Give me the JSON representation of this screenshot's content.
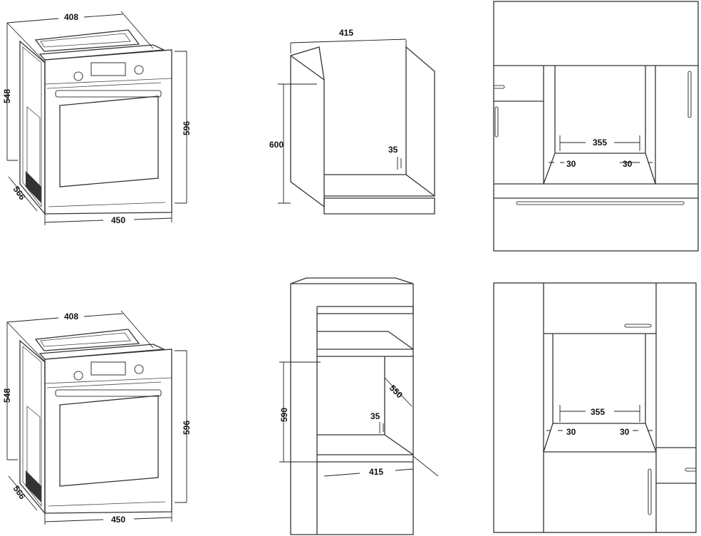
{
  "colors": {
    "line": "#333333",
    "background": "#ffffff",
    "text": "#111111"
  },
  "oven_top": {
    "width_top": "408",
    "height_side": "548",
    "height_front": "596",
    "depth": "566",
    "width_front": "450"
  },
  "oven_bottom": {
    "width_top": "408",
    "height_side": "548",
    "height_front": "596",
    "depth": "566",
    "width_front": "450"
  },
  "cabinet_under_counter": {
    "width": "415",
    "height": "600",
    "gap": "35"
  },
  "cabinet_tall": {
    "height": "590",
    "depth": "550",
    "width": "415",
    "gap": "35"
  },
  "kitchen_top": {
    "opening_width": "355",
    "left_side": "30",
    "right_side": "30"
  },
  "kitchen_bottom": {
    "opening_width": "355",
    "left_side": "30",
    "right_side": "30"
  }
}
